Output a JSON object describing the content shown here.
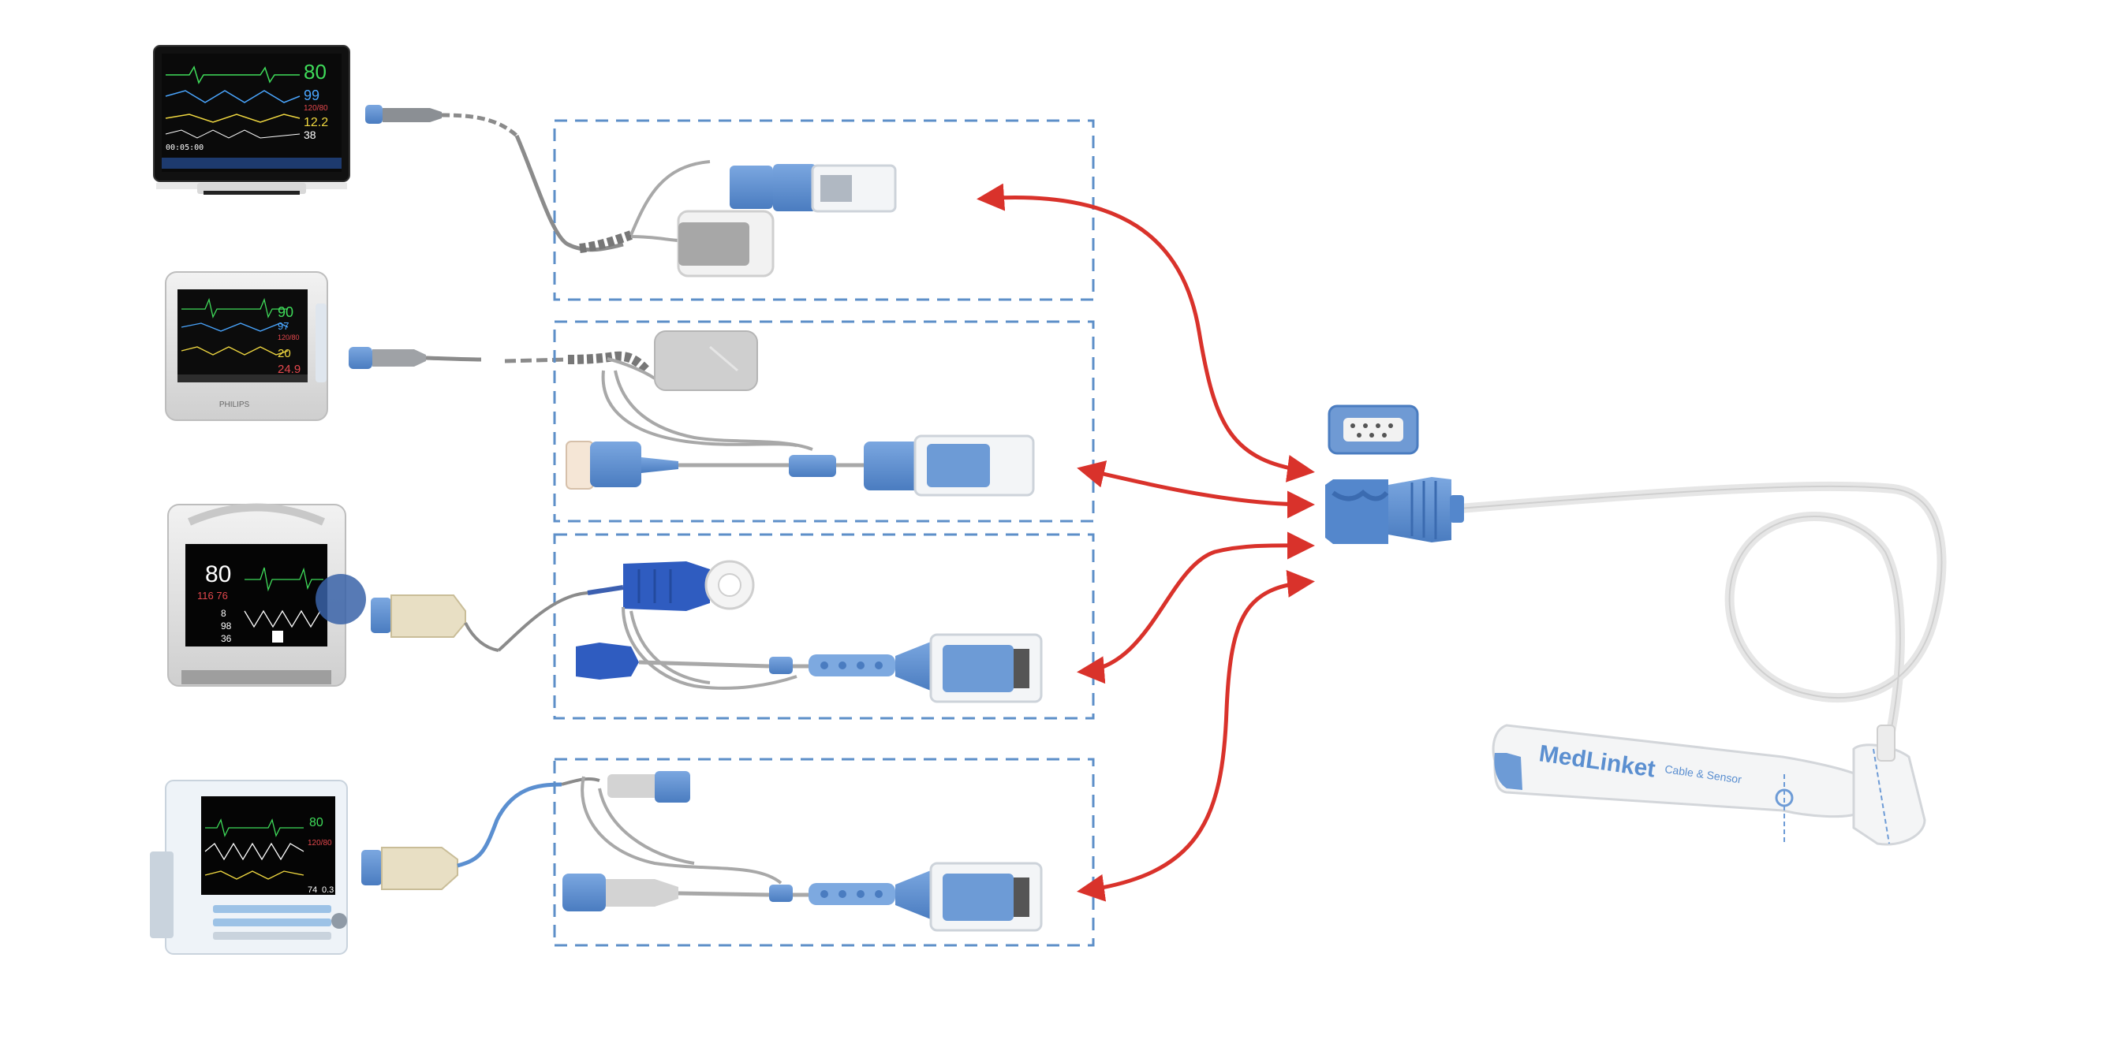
{
  "monitors": [
    {
      "id": "monitor-1",
      "readouts": {
        "hr": "80",
        "spo2": "99",
        "nibp": "120/80",
        "resp": "12.2",
        "temp": "38",
        "time": "00:05:00"
      }
    },
    {
      "id": "monitor-2",
      "brand": "PHILIPS",
      "readouts": {
        "hr": "90",
        "spo2": "97",
        "nibp": "120/80",
        "resp": "20",
        "temp": "24.9"
      }
    },
    {
      "id": "monitor-3",
      "readouts": {
        "hr": "80",
        "nibp": "116 76",
        "resp": "8",
        "spo2": "98",
        "temp": "36"
      }
    },
    {
      "id": "monitor-4",
      "readouts": {
        "hr": "80",
        "nibp": "120/80",
        "co2": "74",
        "etco2": "0.3"
      }
    }
  ],
  "sensor": {
    "label_line1": "MedLinket",
    "label_line2": "Cable & Sensor"
  },
  "colors": {
    "accent_blue": "#5b8fd0",
    "arrow_red": "#d9322b",
    "dashed_box": "#5d8fc8",
    "cable_grey": "#8c8c8c"
  }
}
